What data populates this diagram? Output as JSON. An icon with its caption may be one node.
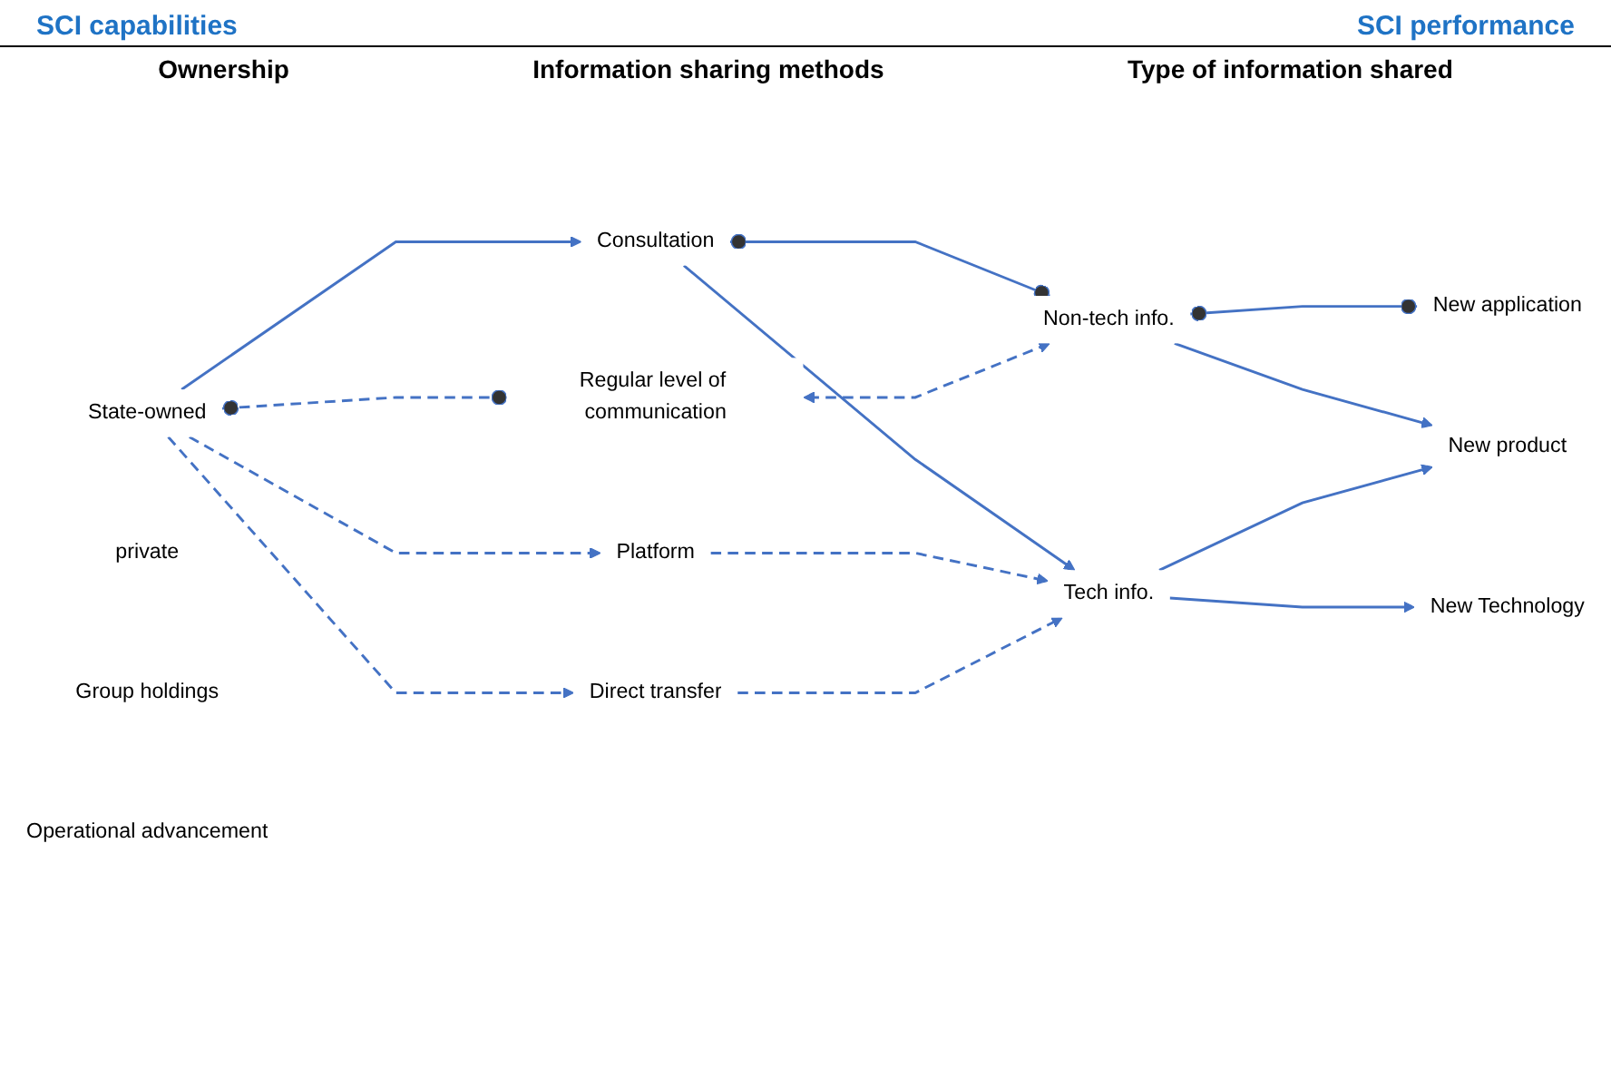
{
  "diagram": {
    "nodes": [
      {
        "text": [
          "State-owned"
        ]
      },
      {
        "text": [
          "private"
        ]
      },
      {
        "text": [
          "Group holdings"
        ]
      },
      {
        "text": [
          "Consultation"
        ]
      },
      {
        "text": [
          "Regular level of communication"
        ]
      },
      {
        "text": [
          "Platform"
        ]
      },
      {
        "text": [
          "Direct transfer"
        ]
      },
      {
        "text": [
          "Non-tech info."
        ]
      },
      {
        "text": [
          "Tech info."
        ]
      },
      {
        "text": [
          "New application"
        ]
      },
      {
        "text": [
          "New Technology"
        ]
      },
      {
        "text": [
          "New product"
        ]
      },
      {
        "text": [
          "Operational advancement"
        ]
      }
    ],
    "edges": [
      {
        "from": 0,
        "to": 3,
        "arrow": "to"
      },
      {
        "from": 0,
        "to": 4,
        "arrow": "other",
        "style": "dashed"
      },
      {
        "from": 0,
        "to": 5,
        "arrow": "to",
        "style": "dashed"
      },
      {
        "from": 0,
        "to": 6,
        "arrow": "to",
        "style": "dashed"
      },
      {
        "from": 3,
        "to": 7,
        "arrow": "other"
      },
      {
        "from": 3,
        "to": 8,
        "arrow": "to"
      },
      {
        "from": 4,
        "to": 7,
        "arrow": "both",
        "style": "dashed"
      },
      {
        "from": 5,
        "to": 8,
        "arrow": "to",
        "style": "dashed"
      },
      {
        "from": 6,
        "to": 8,
        "arrow": "to",
        "style": "dashed"
      },
      {
        "from": 7,
        "to": 9,
        "arrow": "other"
      },
      {
        "from": 7,
        "to": 11,
        "arrow": "to"
      },
      {
        "from": 8,
        "to": 10,
        "arrow": "to"
      },
      {
        "from": 8,
        "to": 11,
        "arrow": "to"
      }
    ],
    "labels": [
      "SCI capabilities",
      "SCI performance",
      "Ownership",
      "Information sharing methods",
      "Type of information shared"
    ]
  }
}
